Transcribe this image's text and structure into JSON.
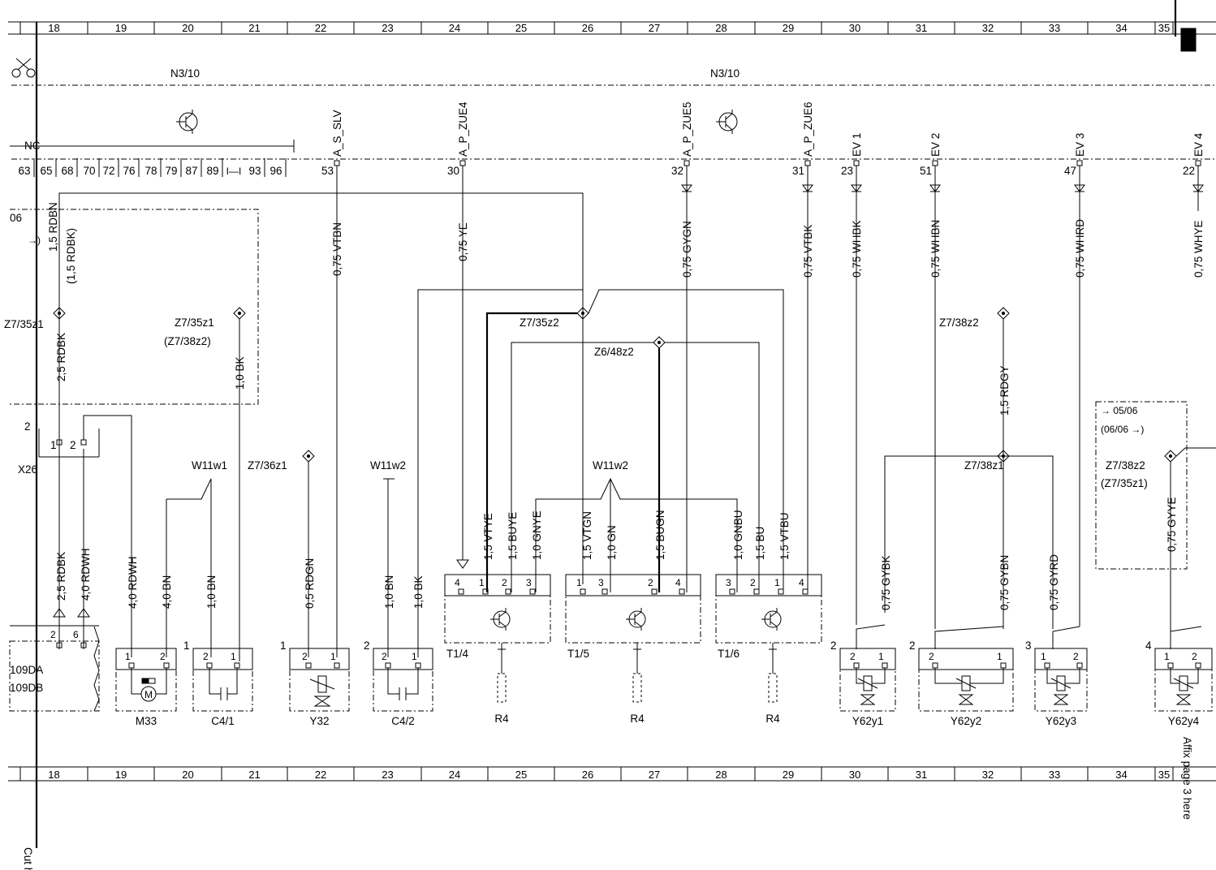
{
  "column_numbers": [
    "18",
    "19",
    "20",
    "21",
    "22",
    "23",
    "24",
    "25",
    "26",
    "27",
    "28",
    "29",
    "30",
    "31",
    "32",
    "33",
    "34",
    "35"
  ],
  "module_labels": [
    "N3/10",
    "N3/10"
  ],
  "cut_here_label": "Cut here",
  "affix_label": "Affix page 3 here",
  "connector_strip": {
    "nc_label": "NC",
    "left_pins": [
      "63",
      "65",
      "68",
      "70",
      "72",
      "76",
      "78",
      "79",
      "87",
      "89",
      "93",
      "96"
    ],
    "signals": [
      {
        "name": "A_S_SLV",
        "pin": "53"
      },
      {
        "name": "A_P_ZUE4",
        "pin": "30"
      },
      {
        "name": "A_P_ZUE5",
        "pin": "32"
      },
      {
        "name": "A_P_ZUE6",
        "pin": "31"
      },
      {
        "name": "EV 1",
        "pin": "23"
      },
      {
        "name": "EV 2",
        "pin": "51"
      },
      {
        "name": "EV 3",
        "pin": "47"
      },
      {
        "name": "EV 4",
        "pin": "22"
      }
    ]
  },
  "wire_labels": [
    "1,5 RDBN",
    "(1,5 RDBK)",
    "2,5 RDBK",
    "1,0 BK",
    "0,75 VTBN",
    "0,75 YE",
    "0,75 GYGN",
    "0,75 VTBK",
    "0,75 WHBK",
    "0,75 WHBN",
    "0,75 WHRD",
    "0,75 WHYE",
    "1,5 RDGY",
    "2,5 RDBK",
    "4,0 RDWH",
    "4,0 RDWH",
    "4,0 BN",
    "1,0 BN",
    "0,5 RDGN",
    "1,0 BN",
    "1,0 BK",
    "1,5 VTYE",
    "1,5 BUYE",
    "1,0 GNYE",
    "1,5 VTGN",
    "1,0 GN",
    "1,5 BUGN",
    "1,0 GNBU",
    "1,5 BU",
    "1,5 VTBU",
    "0,75 GYBK",
    "0,75 GYBN",
    "0,75 GYRD",
    "0,75 GYYE"
  ],
  "splice_labels": [
    "Z7/35z1",
    "Z7/35z1",
    "(Z7/38z2)",
    "Z7/35z2",
    "Z6/48z2",
    "Z7/38z2",
    "Z7/38z1",
    "Z7/36z1",
    "Z7/38z2",
    "(Z7/35z1)"
  ],
  "shield_labels": [
    "W11w1",
    "W11w2",
    "W11w2"
  ],
  "ref_labels": [
    "06",
    "05/06",
    "(06/06"
  ],
  "connector_x26": {
    "name": "X26",
    "side_pin": "2",
    "pins": [
      "1",
      "2"
    ]
  },
  "components": [
    {
      "name": "109DA",
      "alt": "109DB",
      "pins": [
        "2",
        "6"
      ]
    },
    {
      "name": "M33",
      "pins": [
        "1",
        "2"
      ]
    },
    {
      "name": "C4/1",
      "pins": [
        "2",
        "1"
      ],
      "side_pin": "1"
    },
    {
      "name": "Y32",
      "pins": [
        "2",
        "1"
      ],
      "side_pin": "1"
    },
    {
      "name": "C4/2",
      "pins": [
        "2",
        "1"
      ],
      "side_pin": "2"
    },
    {
      "name": "T1/4",
      "pins": [
        "4",
        "1",
        "2",
        "3"
      ],
      "load": "R4"
    },
    {
      "name": "T1/5",
      "pins": [
        "1",
        "3",
        "2",
        "4"
      ],
      "load": "R4"
    },
    {
      "name": "T1/6",
      "pins": [
        "3",
        "2",
        "1",
        "4"
      ],
      "load": "R4"
    },
    {
      "name": "Y62y1",
      "pins": [
        "2",
        "1"
      ],
      "side_pin": "2"
    },
    {
      "name": "Y62y2",
      "pins": [
        "2",
        "1"
      ],
      "side_pin": "2"
    },
    {
      "name": "Y62y3",
      "pins": [
        "1",
        "2"
      ],
      "side_pin": "3"
    },
    {
      "name": "Y62y4",
      "pins": [
        "1",
        "2"
      ],
      "side_pin": "4"
    }
  ]
}
